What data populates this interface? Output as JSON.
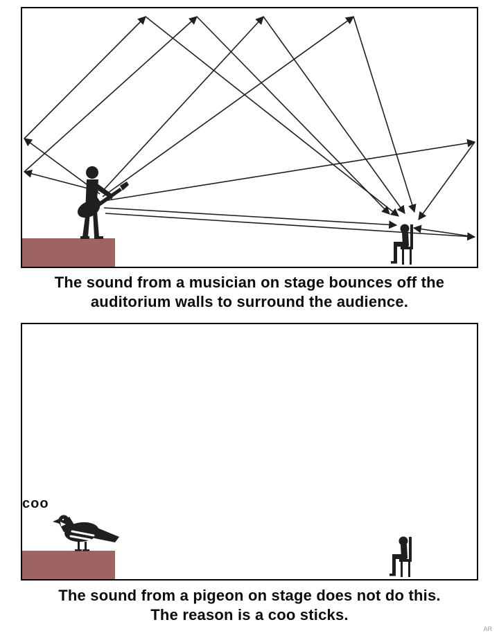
{
  "panel1": {
    "caption_line1": "The sound from a musician on stage bounces off the",
    "caption_line2": "auditorium walls to surround the audience.",
    "figures": {
      "musician": "musician-with-guitar-silhouette",
      "listener": "seated-audience-member-silhouette",
      "rays": "sound-bounce-arrows"
    }
  },
  "panel2": {
    "coo_label": "coo",
    "caption_line1": "The sound from a pigeon on stage does not do this.",
    "caption_line2": "The reason is a coo sticks.",
    "figures": {
      "pigeon": "pigeon-silhouette",
      "listener": "seated-audience-member-silhouette"
    }
  },
  "watermark": "AR",
  "colors": {
    "stage": "#9e6462",
    "ink": "#1f1f1f",
    "border": "#000000"
  }
}
